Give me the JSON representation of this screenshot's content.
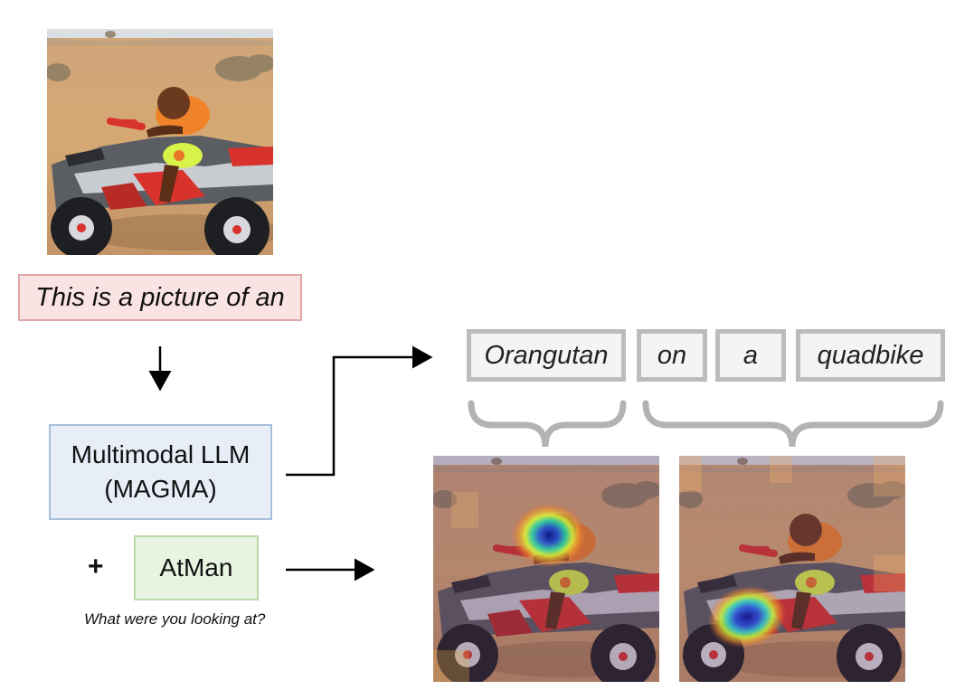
{
  "prompt": {
    "text": "This is a picture of an"
  },
  "model": {
    "line1": "Multimodal LLM",
    "line2": "(MAGMA)"
  },
  "plus_sign": "+",
  "explainer": {
    "label": "AtMan",
    "question": "What were you looking at?"
  },
  "tokens": [
    "Orangutan",
    "on",
    "a",
    "quadbike"
  ],
  "icons": {
    "arrow_down": "arrow-down-icon",
    "arrow_right": "arrow-right-icon",
    "brace": "curly-brace-icon"
  },
  "colors": {
    "prompt_fill": "#fae3e3",
    "prompt_border": "#e2a7a7",
    "model_fill": "#e7eef8",
    "model_border": "#a9bedb",
    "atman_fill": "#e7f4e1",
    "atman_border": "#b7d8a9",
    "token_border": "#bcbcbc",
    "brace": "#b3b3b3"
  }
}
